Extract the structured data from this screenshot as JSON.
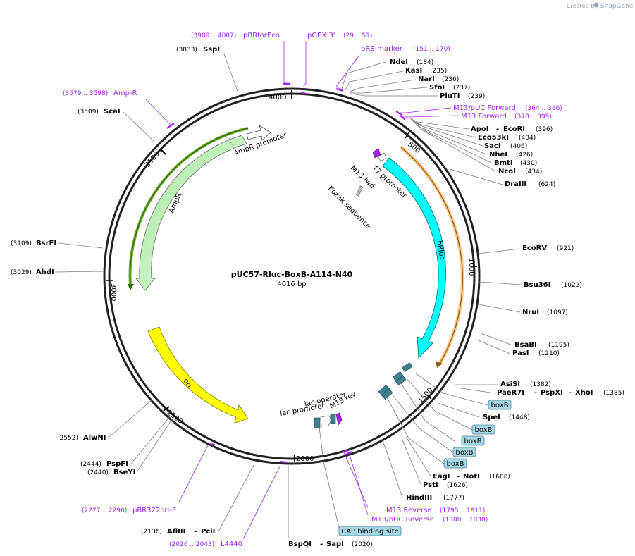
{
  "credit": {
    "prefix": "Created by",
    "brand": "SnapGene"
  },
  "plasmid": {
    "name": "pUC57-Rluc-BoxB-A114-N40",
    "length": "4016 bp"
  },
  "ticks": [
    {
      "label": "500"
    },
    {
      "label": "1000"
    },
    {
      "label": "1500"
    },
    {
      "label": "2000"
    },
    {
      "label": "2500"
    },
    {
      "label": "3000"
    },
    {
      "label": "3500"
    },
    {
      "label": "4000"
    }
  ],
  "sites": {
    "sspi": {
      "name": "SspI",
      "pos": "(3833)"
    },
    "ndei": {
      "name": "NdeI",
      "pos": "(184)"
    },
    "kasi": {
      "name": "KasI",
      "pos": "(235)"
    },
    "nari": {
      "name": "NarI",
      "pos": "(236)"
    },
    "sfoi": {
      "name": "SfoI",
      "pos": "(237)"
    },
    "pluti": {
      "name": "PluTI",
      "pos": "(239)"
    },
    "scai": {
      "name": "ScaI",
      "pos": "(3509)"
    },
    "apoi": {
      "name": "ApoI",
      "sep": "-",
      "name2": "EcoRI",
      "pos": "(396)"
    },
    "eco53ki": {
      "name": "Eco53kI",
      "pos": "(404)"
    },
    "saci": {
      "name": "SacI",
      "pos": "(406)"
    },
    "nhei": {
      "name": "NheI",
      "pos": "(426)"
    },
    "bmti": {
      "name": "BmtI",
      "pos": "(430)"
    },
    "ncoi": {
      "name": "NcoI",
      "pos": "(434)"
    },
    "draiii": {
      "name": "DraIII",
      "pos": "(624)"
    },
    "ecorv": {
      "name": "EcoRV",
      "pos": "(921)"
    },
    "bsu36i": {
      "name": "Bsu36I",
      "pos": "(1022)"
    },
    "nrui": {
      "name": "NruI",
      "pos": "(1097)"
    },
    "bsabi": {
      "name": "BsaBI",
      "pos": "(1195)"
    },
    "pasi": {
      "name": "PasI",
      "pos": "(1210)"
    },
    "asisi": {
      "name": "AsiSI",
      "pos": "(1382)"
    },
    "paer7i": {
      "name": "PaeR7I",
      "sep": "-",
      "name2": "PspXI",
      "sep2": "-",
      "name3": "XhoI",
      "pos": "(1385)"
    },
    "spei": {
      "name": "SpeI",
      "pos": "(1448)"
    },
    "eagi": {
      "name": "EagI",
      "sep": "-",
      "name2": "NotI",
      "pos": "(1608)"
    },
    "psti": {
      "name": "PstI",
      "pos": "(1626)"
    },
    "hindiii": {
      "name": "HindIII",
      "pos": "(1777)"
    },
    "bsrfi": {
      "name": "BsrFI",
      "pos": "(3109)"
    },
    "ahdi": {
      "name": "AhdI",
      "pos": "(3029)"
    },
    "alwni": {
      "name": "AlwNI",
      "pos": "(2552)"
    },
    "pspfi": {
      "name": "PspFI",
      "pos": "(2444)"
    },
    "bseyi": {
      "name": "BseYI",
      "pos": "(2440)"
    },
    "afliii": {
      "name": "AflIII",
      "sep": "-",
      "name2": "PciI",
      "pos": "(2136)"
    },
    "bspqi": {
      "name": "BspQI",
      "sep": "-",
      "name2": "SapI",
      "pos": "(2020)"
    }
  },
  "primers": {
    "pbrforeco": {
      "name": "pBRforEco",
      "pos": "(3989 .. 4007)"
    },
    "pgex3": {
      "name": "pGEX 3'",
      "pos": "(29 .. 51)"
    },
    "prsmarker": {
      "name": "pRS-marker",
      "pos": "(151 .. 170)"
    },
    "ampr": {
      "name": "Amp-R",
      "pos": "(3579 .. 3598)"
    },
    "m13puc_fwd": {
      "name": "M13/pUC Forward",
      "pos": "(364 .. 386)"
    },
    "m13_fwd": {
      "name": "M13 Forward",
      "pos": "(378 .. 395)"
    },
    "pbr322ori": {
      "name": "pBR322ori-F",
      "pos": "(2277 .. 2296)"
    },
    "l4440": {
      "name": "L4440",
      "pos": "(2026 .. 2043)"
    },
    "m13_rev": {
      "name": "M13 Reverse",
      "pos": "(1795 .. 1811)"
    },
    "m13puc_rev": {
      "name": "M13/pUC Reverse",
      "pos": "(1808 .. 1830)"
    }
  },
  "features": {
    "ampr_promoter": "AmpR promoter",
    "ampr": "AmpR",
    "ori": "ori",
    "t7_promoter": "T7 promoter",
    "m13_fwd": "M13 fwd",
    "kozak": "Kozak sequence",
    "hrluc": "hRluc",
    "lac_operator": "lac operator",
    "lac_promoter": "lac promoter",
    "m13_rev": "M13 rev"
  },
  "boxes": {
    "boxb1": "boxB",
    "boxb2": "boxB",
    "boxb3": "boxB",
    "boxb4": "boxB",
    "boxb5": "boxB",
    "cap": "CAP binding site"
  },
  "colors": {
    "ampr_feature": "#c8f5c8",
    "ori_feature": "#ffff00",
    "hrluc_feature": "#00ffff",
    "primer": "#a020f0",
    "boxb": "#3f7f8f",
    "box_label_fill": "#a6d8e6",
    "ampr_outline": "#4a8a10",
    "orf_outline": "#c08020"
  }
}
